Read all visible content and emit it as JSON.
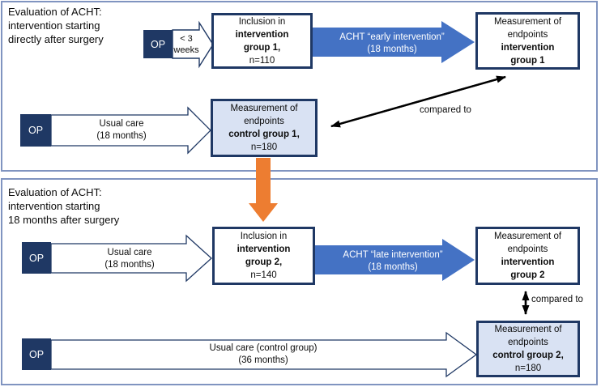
{
  "colors": {
    "navy": "#1F3864",
    "arrow_blue": "#4472C4",
    "orange": "#ED7D31",
    "shaded_box_fill": "#D9E2F3",
    "panel_border": "#8094C0",
    "compare_arrow": "#000000"
  },
  "p1": {
    "title": "Evaluation of ACHT:\nintervention starting\ndirectly after surgery",
    "op_label": "OP",
    "weeks_label": "< 3\nweeks",
    "usual_care_label": "Usual care\n(18 months)",
    "acht_label": "ACHT “early intervention”\n(18 months)",
    "compared_label": "compared to",
    "inclusion": {
      "l1": "Inclusion in",
      "l2": "intervention",
      "l3": "group 1,",
      "l4": "n=110"
    },
    "measurement": {
      "l1": "Measurement of",
      "l2": "endpoints",
      "l3": "intervention",
      "l4": "group 1"
    },
    "control": {
      "l1": "Measurement of",
      "l2": "endpoints",
      "l3": "control group 1,",
      "l4": "n=180"
    }
  },
  "p2": {
    "title": "Evaluation of ACHT:\nintervention starting\n18 months after surgery",
    "op_label": "OP",
    "usual_care_label": "Usual care\n(18 months)",
    "acht_label": "ACHT “late intervention”\n(18 months)",
    "compared_label": "compared to",
    "long_usual_care_label": "Usual care (control group)\n(36 months)",
    "inclusion": {
      "l1": "Inclusion in",
      "l2": "intervention",
      "l3": "group 2,",
      "l4": "n=140"
    },
    "measurement": {
      "l1": "Measurement of",
      "l2": "endpoints",
      "l3": "intervention",
      "l4": "group 2"
    },
    "control": {
      "l1": "Measurement of",
      "l2": "endpoints",
      "l3": "control group 2,",
      "l4": "n=180"
    }
  }
}
